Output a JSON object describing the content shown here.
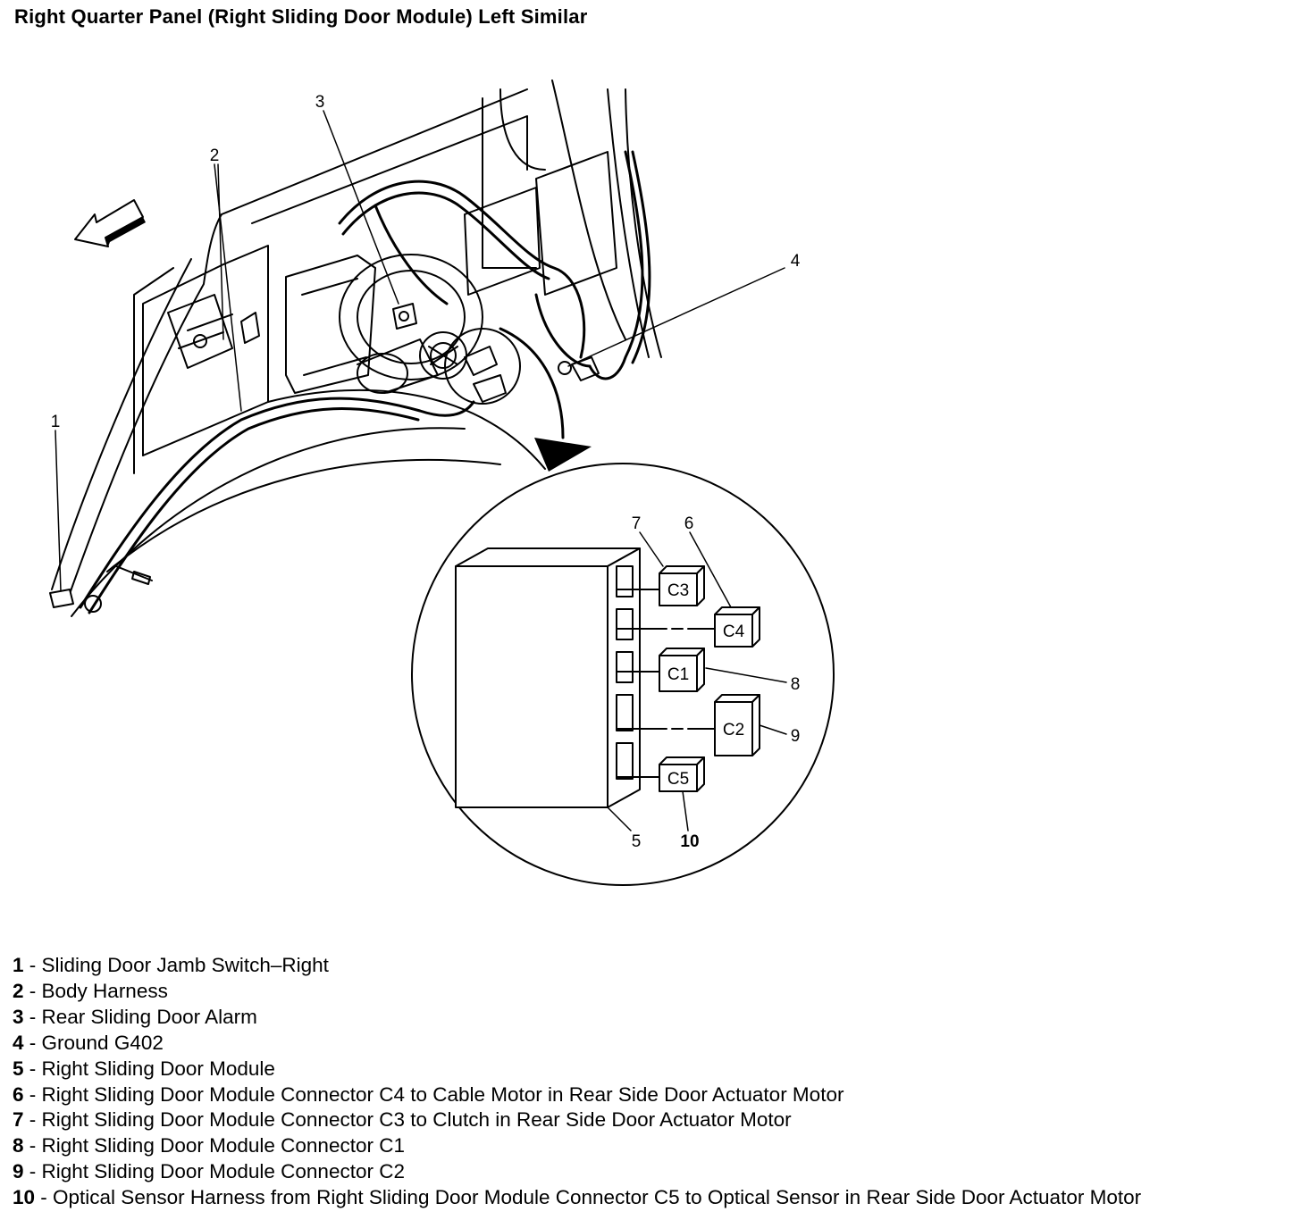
{
  "title": "Right Quarter Panel (Right Sliding Door Module) Left Similar",
  "callouts": {
    "c1": "1",
    "c2": "2",
    "c3": "3",
    "c4": "4",
    "c5": "5",
    "c6": "6",
    "c7": "7",
    "c8": "8",
    "c9": "9",
    "c10": "10"
  },
  "connectors": {
    "c3": "C3",
    "c4": "C4",
    "c1": "C1",
    "c2": "C2",
    "c5": "C5"
  },
  "legend": [
    {
      "num": "1",
      "text": "Sliding Door Jamb Switch–Right"
    },
    {
      "num": "2",
      "text": "Body Harness"
    },
    {
      "num": "3",
      "text": "Rear Sliding Door Alarm"
    },
    {
      "num": "4",
      "text": "Ground G402"
    },
    {
      "num": "5",
      "text": "Right Sliding Door Module"
    },
    {
      "num": "6",
      "text": "Right Sliding Door Module Connector C4 to Cable Motor in Rear Side Door Actuator Motor"
    },
    {
      "num": "7",
      "text": "Right Sliding Door Module Connector C3 to Clutch in Rear Side Door Actuator Motor"
    },
    {
      "num": "8",
      "text": "Right Sliding Door Module Connector C1"
    },
    {
      "num": "9",
      "text": "Right Sliding Door Module Connector C2"
    },
    {
      "num": "10",
      "text": "Optical Sensor Harness from Right Sliding Door Module Connector C5 to Optical Sensor in Rear Side Door Actuator Motor"
    }
  ]
}
